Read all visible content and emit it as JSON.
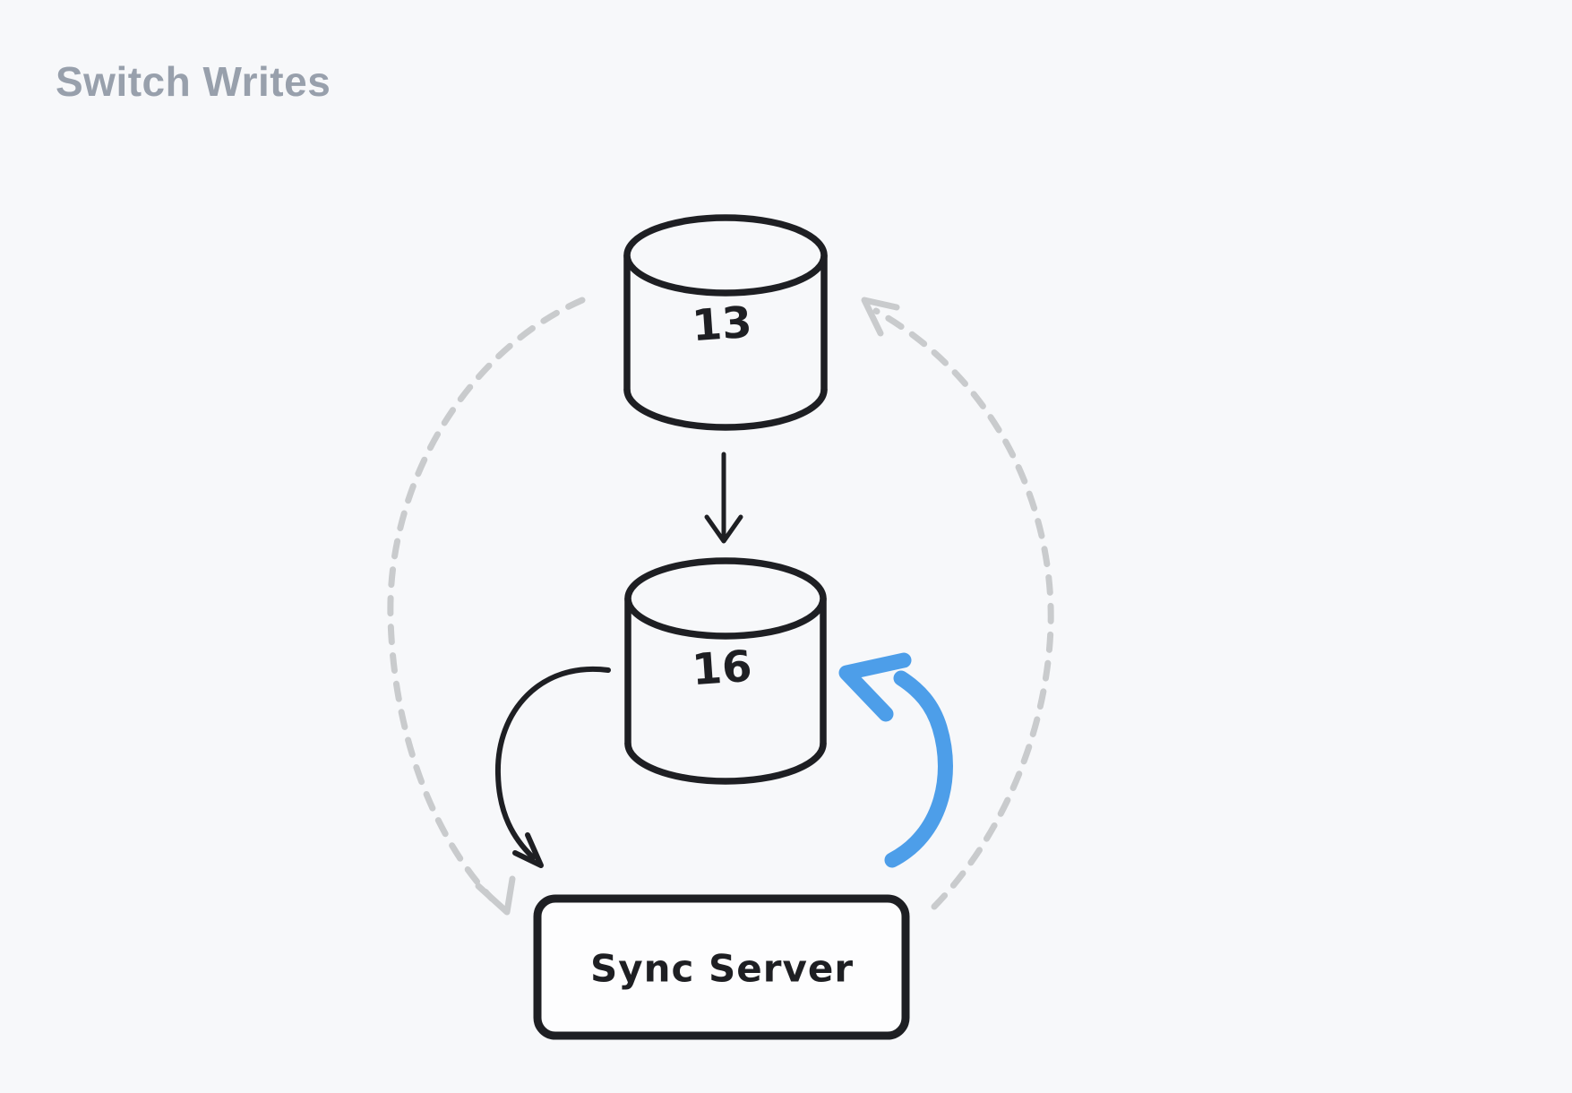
{
  "title": "Switch Writes",
  "diagram": {
    "db_top": {
      "label": "13"
    },
    "db_bottom": {
      "label": "16"
    },
    "sync_server": {
      "label": "Sync Server"
    }
  },
  "colors": {
    "background": "#f7f8fa",
    "stroke_dark": "#1e1f23",
    "dashed_gray": "#c9cbcd",
    "accent_blue": "#4d9ee9",
    "title_gray": "#98a0ac",
    "box_fill": "#fdfdfe"
  }
}
